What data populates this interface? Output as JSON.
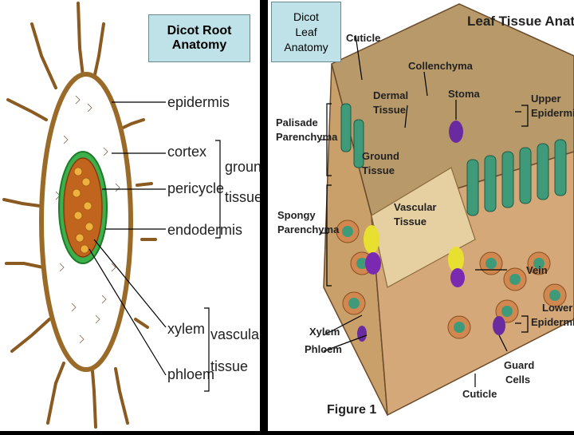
{
  "root_panel": {
    "title": "Dicot Root Anatomy",
    "labels": {
      "epidermis": "epidermis",
      "cortex": "cortex",
      "pericycle": "pericycle",
      "endodermis": "endodermis",
      "xylem": "xylem",
      "phloem": "phloem",
      "ground_tissues": [
        "ground",
        "tissues"
      ],
      "vascular_tissue": [
        "vascular",
        "tissue"
      ]
    }
  },
  "leaf_panel": {
    "title": [
      "Dicot",
      "Leaf",
      "Anatomy"
    ],
    "heading": "Leaf Tissue Anatomy",
    "labels": {
      "cuticle_top": "Cuticle",
      "collenchyma": "Collenchyma",
      "dermal_tissue": [
        "Dermal",
        "Tissue"
      ],
      "stoma": "Stoma",
      "upper_epidermis": [
        "Upper",
        "Epidermis"
      ],
      "palisade_parenchyma": [
        "Palisade",
        "Parenchyma"
      ],
      "ground_tissue": [
        "Ground",
        "Tissue"
      ],
      "vascular_tissue": [
        "Vascular",
        "Tissue"
      ],
      "spongy_parenchyma": [
        "Spongy",
        "Parenchyma"
      ],
      "vein": "Vein",
      "lower_epidermis": [
        "Lower",
        "Epidermis"
      ],
      "xylem": "Xylem",
      "phloem": "Phloem",
      "guard_cells": [
        "Guard",
        "Cells"
      ],
      "cuticle_bottom": "Cuticle",
      "figure": "Figure 1"
    }
  },
  "colors": {
    "background": "#000000",
    "title_box": "#bfe2e8",
    "root_ring": "#9a6a28",
    "endodermis_green": "#3cb04a",
    "stele_orange": "#c0641e",
    "leaf_tan": "#c9a06a",
    "leaf_green": "#3f9a7a",
    "guard_purple": "#6a2aa0"
  }
}
